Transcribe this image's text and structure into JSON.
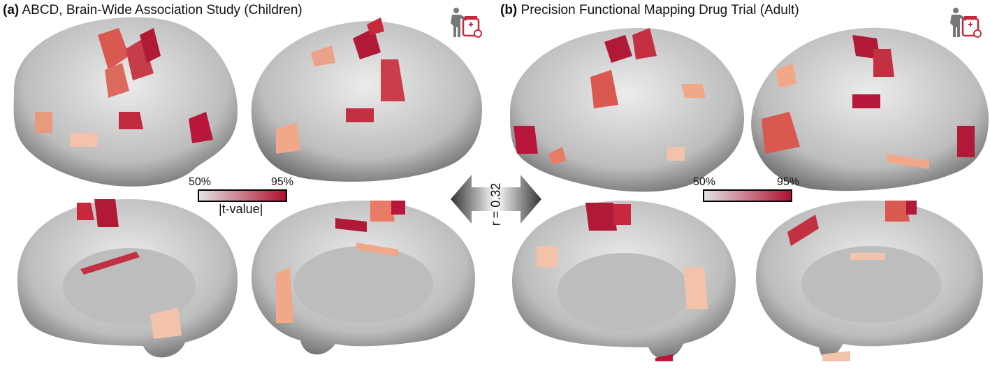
{
  "panel_a": {
    "letter": "(a)",
    "title": "ABCD, Brain-Wide Association Study (Children)",
    "colorbar": {
      "min_label": "50%",
      "max_label": "95%",
      "title": "|t-value|"
    }
  },
  "panel_b": {
    "letter": "(b)",
    "title": "Precision Functional Mapping Drug Trial (Adult)",
    "colorbar": {
      "min_label": "50%",
      "max_label": "95%"
    }
  },
  "comparison": {
    "label": "r = 0.32"
  },
  "icons": [
    "person-with-medication-icon",
    "person-with-medication-icon"
  ],
  "colors": {
    "low": "#e2e2e2",
    "mid": "#f0a888",
    "high": "#b0102e",
    "surface": "#c8c8c8"
  }
}
